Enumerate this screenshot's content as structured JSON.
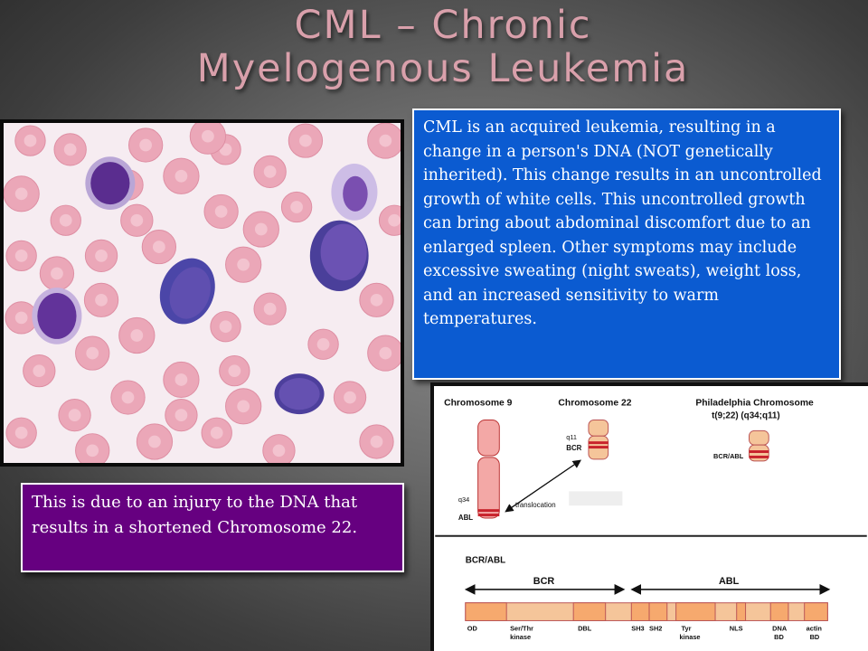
{
  "slide": {
    "title_line1": "CML – Chronic",
    "title_line2": "Myelogenous Leukemia",
    "info_text": "CML is an acquired leukemia, resulting in a change in a person's DNA (NOT genetically inherited).  This change results in an uncontrolled growth of white cells. This uncontrolled growth can bring about abdominal discomfort due to an enlarged spleen.  Other symptoms may include excessive sweating (night sweats), weight loss, and an increased sensitivity to warm temperatures.",
    "cause_text": "This is due to an injury to the DNA that results in a shortened Chromosome 22."
  },
  "diagram": {
    "chromosome9_label": "Chromosome 9",
    "chromosome22_label": "Chromosome 22",
    "philadelphia_label": "Philadelphia Chromosome",
    "philadelphia_sub": "t(9;22) (q34;q11)",
    "q11_label": "q11",
    "bcr_label": "BCR",
    "q34_label": "q34",
    "abl_label": "ABL",
    "translocation_label": "translocation",
    "bcr_abl_label": "BCR/ABL",
    "gene_title": "BCR/ABL",
    "bcr_span_label": "BCR",
    "abl_span_label": "ABL",
    "domains": [
      "OD",
      "Ser/Thr",
      "kinase",
      "DBL",
      "SH3",
      "SH2",
      "Tyr",
      "kinase",
      "NLS",
      "DNA",
      "BD",
      "actin",
      "BD"
    ]
  },
  "colors": {
    "title": "#d9a0ab",
    "info_box": "#0b5bd1",
    "cause_box": "#660080",
    "chromosome_fill": "#f3a8a6",
    "band_red": "#c8232c",
    "gene_orange": "#f5c59a"
  }
}
